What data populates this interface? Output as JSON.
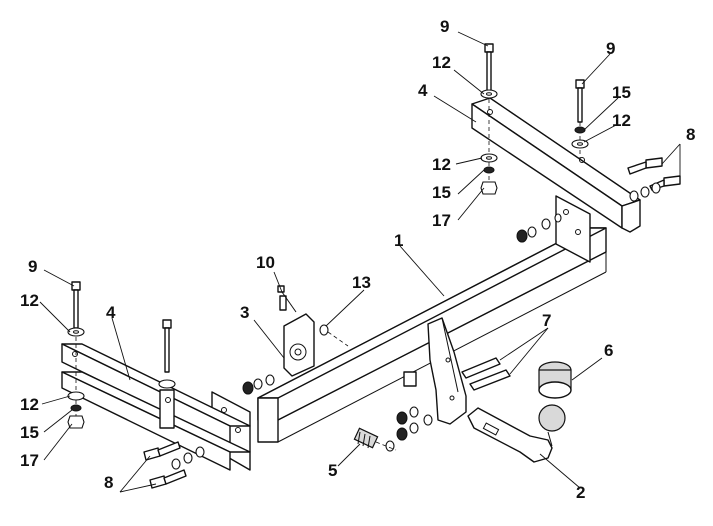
{
  "callouts": {
    "c1": "1",
    "c2": "2",
    "c3": "3",
    "c4a": "4",
    "c4b": "4",
    "c5": "5",
    "c6": "6",
    "c7": "7",
    "c8a": "8",
    "c8b": "8",
    "c9a": "9",
    "c9b": "9",
    "c9c": "9",
    "c10": "10",
    "c12a": "12",
    "c12b": "12",
    "c12c": "12",
    "c12d": "12",
    "c12e": "12",
    "c13": "13",
    "c15a": "15",
    "c15b": "15",
    "c15c": "15",
    "c17a": "17",
    "c17b": "17"
  },
  "colors": {
    "line": "#111111",
    "background": "#ffffff",
    "shade": "#d9d9d9"
  }
}
